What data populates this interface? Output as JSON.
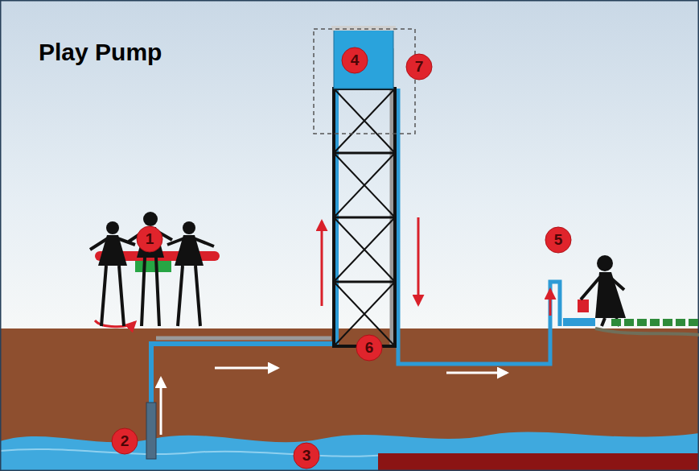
{
  "diagram": {
    "title": "Play Pump",
    "labels": [
      "1",
      "2",
      "3",
      "4",
      "5",
      "6",
      "7"
    ]
  }
}
